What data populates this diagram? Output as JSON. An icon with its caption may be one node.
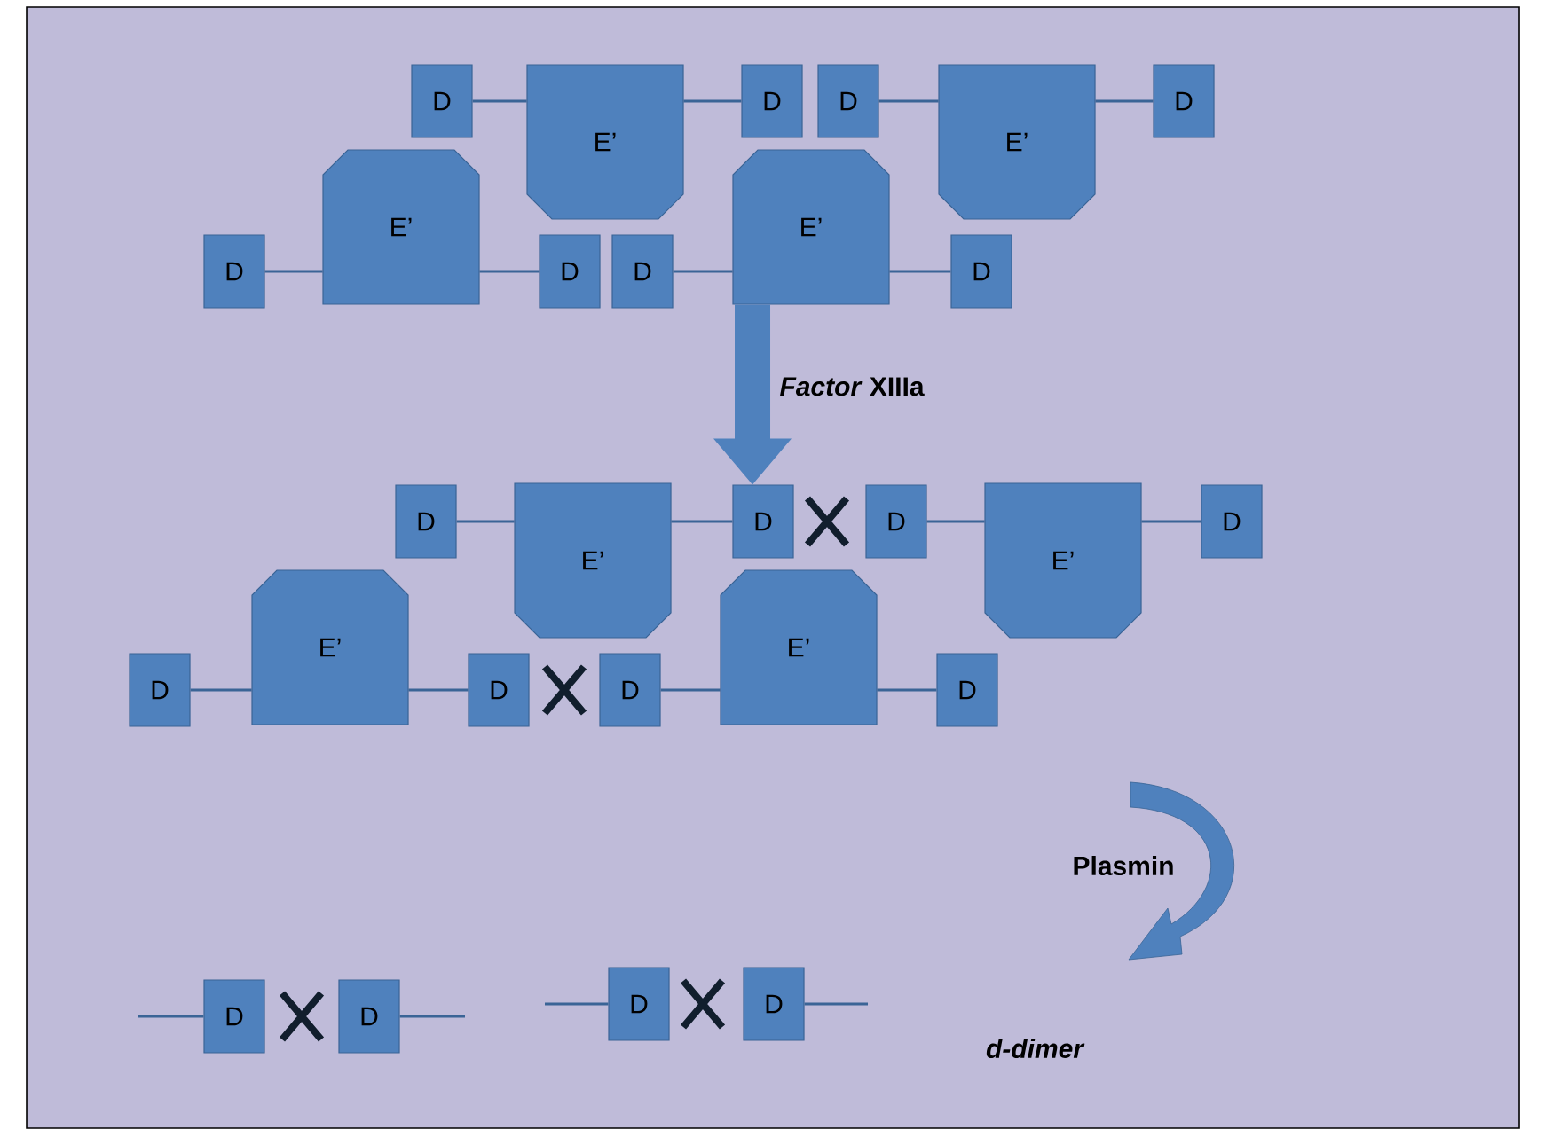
{
  "diagram": {
    "nodes": [
      {
        "text": [
          "D"
        ]
      },
      {
        "text": [
          "E’"
        ]
      },
      {
        "text": [
          "D"
        ]
      },
      {
        "text": [
          "D"
        ]
      },
      {
        "text": [
          "E’"
        ]
      },
      {
        "text": [
          "D"
        ]
      },
      {
        "text": [
          "D"
        ]
      },
      {
        "text": [
          "E’"
        ]
      },
      {
        "text": [
          "D"
        ]
      },
      {
        "text": [
          "D"
        ]
      },
      {
        "text": [
          "E’"
        ]
      },
      {
        "text": [
          "D"
        ]
      },
      {
        "text": [
          "D"
        ]
      },
      {
        "text": [
          "E’"
        ]
      },
      {
        "text": [
          "D"
        ]
      },
      {
        "text": [
          "D"
        ]
      },
      {
        "text": [
          "E’"
        ]
      },
      {
        "text": [
          "D"
        ]
      },
      {
        "text": [
          "D"
        ]
      },
      {
        "text": [
          "E’"
        ]
      },
      {
        "text": [
          "D"
        ]
      },
      {
        "text": [
          "D"
        ]
      },
      {
        "text": [
          "E’"
        ]
      },
      {
        "text": [
          "D"
        ]
      },
      {
        "text": [
          "D"
        ]
      },
      {
        "text": [
          "D"
        ]
      },
      {
        "text": [
          "D"
        ]
      },
      {
        "text": [
          "D"
        ]
      }
    ],
    "edges": [
      {
        "from": 0,
        "to": 1,
        "arrow": "none"
      },
      {
        "from": 1,
        "to": 2,
        "arrow": "none"
      },
      {
        "from": 3,
        "to": 4,
        "arrow": "none"
      },
      {
        "from": 4,
        "to": 5,
        "arrow": "none"
      },
      {
        "from": 6,
        "to": 7,
        "arrow": "none"
      },
      {
        "from": 7,
        "to": 8,
        "arrow": "none"
      },
      {
        "from": 9,
        "to": 10,
        "arrow": "none"
      },
      {
        "from": 10,
        "to": 11,
        "arrow": "none"
      },
      {
        "from": 12,
        "to": 13,
        "arrow": "none"
      },
      {
        "from": 13,
        "to": 14,
        "arrow": "none"
      },
      {
        "from": 15,
        "to": 16,
        "arrow": "none"
      },
      {
        "from": 16,
        "to": 17,
        "arrow": "none"
      },
      {
        "from": 18,
        "to": 19,
        "arrow": "none"
      },
      {
        "from": 19,
        "to": 20,
        "arrow": "none"
      },
      {
        "from": 21,
        "to": 22,
        "arrow": "none"
      },
      {
        "from": 22,
        "to": 23,
        "arrow": "none"
      },
      {
        "from": null,
        "to": 24,
        "arrow": "none"
      },
      {
        "from": 25,
        "to": null,
        "arrow": "none"
      },
      {
        "from": null,
        "to": 26,
        "arrow": "none"
      },
      {
        "from": 27,
        "to": null,
        "arrow": "none"
      },
      {
        "from": 10,
        "to": 14,
        "arrow": "to",
        "style": "thick"
      }
    ],
    "labels": [
      "*Factor* XIIIa",
      "Plasmin",
      "d-dimer"
    ]
  }
}
